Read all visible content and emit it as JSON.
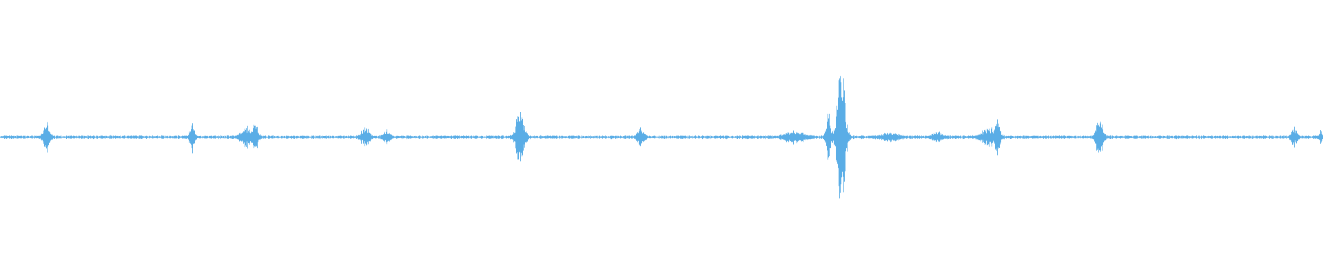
{
  "waveform": {
    "color": "#5AADE6",
    "background": "#FFFFFF",
    "baseline_amplitude": 0.012,
    "bursts": [
      {
        "t": 0.035,
        "amp": 0.1,
        "spread": 0.002
      },
      {
        "t": 0.145,
        "amp": 0.12,
        "spread": 0.0015
      },
      {
        "t": 0.186,
        "amp": 0.07,
        "spread": 0.0035
      },
      {
        "t": 0.193,
        "amp": 0.11,
        "spread": 0.0015
      },
      {
        "t": 0.276,
        "amp": 0.07,
        "spread": 0.0025
      },
      {
        "t": 0.292,
        "amp": 0.05,
        "spread": 0.002
      },
      {
        "t": 0.393,
        "amp": 0.22,
        "spread": 0.0025
      },
      {
        "t": 0.484,
        "amp": 0.07,
        "spread": 0.002
      },
      {
        "t": 0.6,
        "amp": 0.04,
        "spread": 0.006
      },
      {
        "t": 0.626,
        "amp": 0.17,
        "spread": 0.0015
      },
      {
        "t": 0.6355,
        "amp": 0.55,
        "spread": 0.0025
      },
      {
        "t": 0.673,
        "amp": 0.03,
        "spread": 0.005
      },
      {
        "t": 0.708,
        "amp": 0.03,
        "spread": 0.0035
      },
      {
        "t": 0.747,
        "amp": 0.07,
        "spread": 0.0045
      },
      {
        "t": 0.754,
        "amp": 0.1,
        "spread": 0.0015
      },
      {
        "t": 0.831,
        "amp": 0.17,
        "spread": 0.002
      },
      {
        "t": 0.978,
        "amp": 0.07,
        "spread": 0.0018
      },
      {
        "t": 0.998,
        "amp": 0.05,
        "spread": 0.001
      }
    ]
  }
}
